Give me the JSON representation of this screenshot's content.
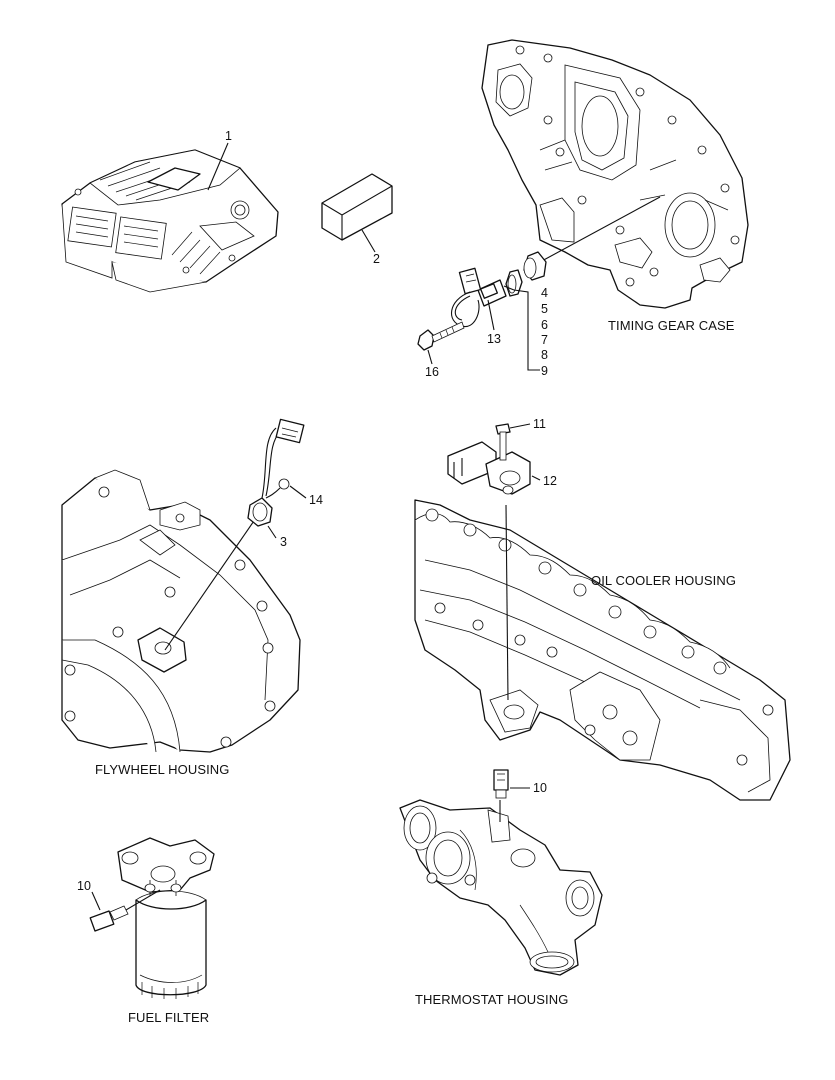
{
  "callouts": {
    "c1": "1",
    "c2": "2",
    "c3": "3",
    "c4": "4",
    "c5": "5",
    "c6": "6",
    "c7": "7",
    "c8": "8",
    "c9": "9",
    "c10a": "10",
    "c10b": "10",
    "c11": "11",
    "c12": "12",
    "c13": "13",
    "c14": "14",
    "c16": "16"
  },
  "captions": {
    "timing_gear_case": "TIMING GEAR CASE",
    "oil_cooler_housing": "OIL COOLER HOUSING",
    "flywheel_housing": "FLYWHEEL HOUSING",
    "thermostat_housing": "THERMOSTAT HOUSING",
    "fuel_filter": "FUEL FILTER"
  }
}
